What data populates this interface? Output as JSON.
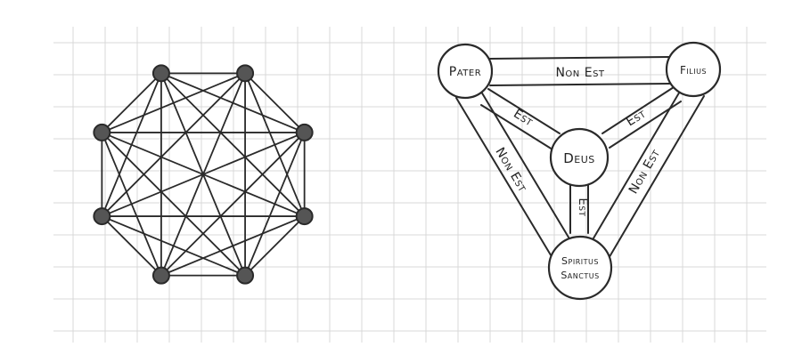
{
  "left_diagram": {
    "type": "complete-graph",
    "node_count": 8
  },
  "right_diagram": {
    "nodes": {
      "pater": "Pater",
      "filius": "Filius",
      "deus": "Deus",
      "spiritus_line1": "Spiritus",
      "spiritus_line2": "Sanctus"
    },
    "edges": {
      "pater_filius": "Non Est",
      "pater_deus": "Est",
      "filius_deus": "Est",
      "spiritus_deus": "Est",
      "pater_spiritus": "Non Est",
      "filius_spiritus": "Non Est"
    }
  },
  "colors": {
    "background": "#ffffff",
    "grid": "#d9d9d9",
    "ink": "#2a2a2a",
    "node_fill": "#555555"
  }
}
